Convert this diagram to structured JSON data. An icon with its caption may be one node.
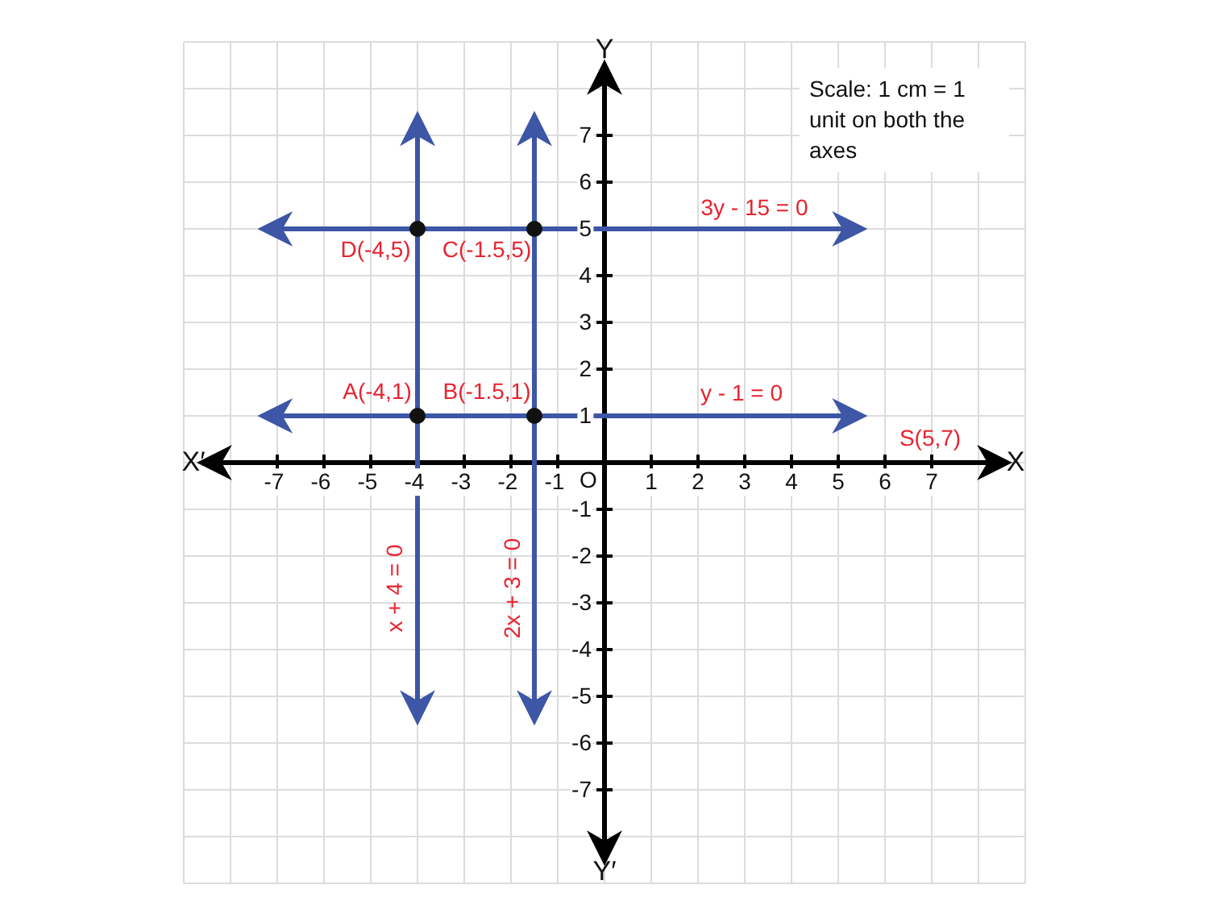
{
  "diagram": {
    "labels": [
      "Y",
      "Scale: 1 cm = 1 unit on both the axes",
      "3y - 15 = 0",
      "D(-4,5)",
      "C(-1.5,5)",
      "A(-4,1)",
      "B(-1.5,1)",
      "y - 1 = 0",
      "S(5,7)",
      "X′",
      "X",
      "-7",
      "-6",
      "-5",
      "-4",
      "-3",
      "-2",
      "-1",
      "O",
      "1",
      "2",
      "3",
      "4",
      "5",
      "6",
      "7",
      "7",
      "6",
      "5",
      "4",
      "3",
      "2",
      "1",
      "-1",
      "-2",
      "-3",
      "-4",
      "-5",
      "-6",
      "-7",
      "x + 4 = 0",
      "2x + 3 = 0",
      "Y′"
    ]
  }
}
